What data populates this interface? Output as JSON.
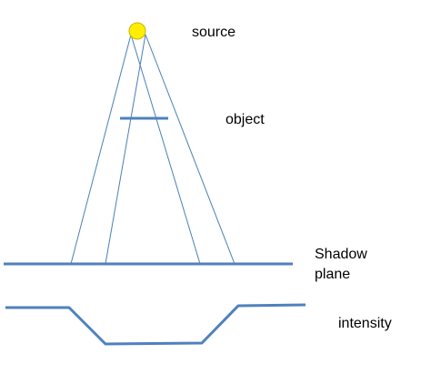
{
  "labels": {
    "source": "source",
    "object": "object",
    "shadow_plane_line1": "Shadow",
    "shadow_plane_line2": "plane",
    "intensity": "intensity"
  },
  "colors": {
    "sun_fill": "#ffee00",
    "sun_stroke": "#c8b400",
    "ray": "#4a7fb5",
    "plane": "#4f81bd"
  }
}
